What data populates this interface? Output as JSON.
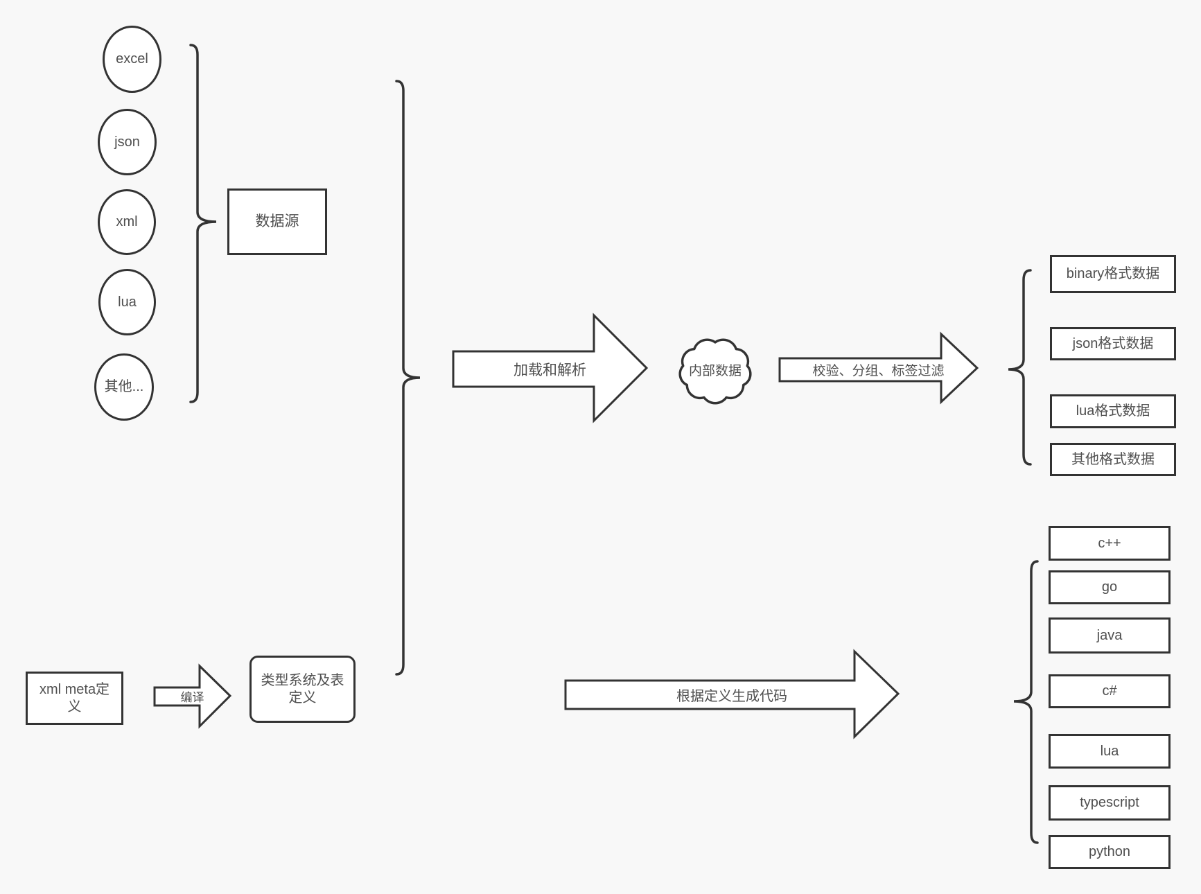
{
  "diagram": {
    "sources": {
      "items": [
        "excel",
        "json",
        "xml",
        "lua",
        "其他..."
      ],
      "group_label": "数据源"
    },
    "flow": {
      "load_arrow": "加载和解析",
      "internal_data": "内部数据",
      "filter_arrow": "校验、分组、标签过滤"
    },
    "formats": [
      "binary格式数据",
      "json格式数据",
      "lua格式数据",
      "其他格式数据"
    ],
    "definition": {
      "xml_meta": "xml meta定义",
      "compile_arrow": "编译",
      "type_system": "类型系统及表定义",
      "codegen_arrow": "根据定义生成代码"
    },
    "languages": [
      "c++",
      "go",
      "java",
      "c#",
      "lua",
      "typescript",
      "python"
    ],
    "colors": {
      "background": "#f8f8f8",
      "stroke": "#333333",
      "text": "#4f4f4f",
      "shape_fill": "#ffffff"
    }
  }
}
